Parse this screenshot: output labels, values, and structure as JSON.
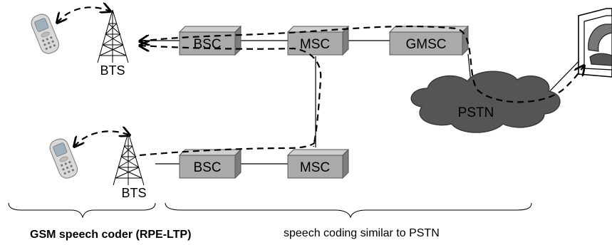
{
  "diagram": {
    "nodes": {
      "bts_top": "BTS",
      "bts_bottom": "BTS",
      "bsc_top": "BSC",
      "bsc_bottom": "BSC",
      "msc_top": "MSC",
      "msc_bottom": "MSC",
      "gmsc": "GMSC",
      "pstn": "PSTN"
    },
    "captions": {
      "left": "GSM speech coder (RPE-LTP)",
      "right": "speech coding similar to PSTN"
    },
    "colors": {
      "box_face": "#aaaaaa",
      "box_top": "#cfcfcf",
      "box_side": "#7d7d7d",
      "cloud": "#555555",
      "lines": "#000000"
    },
    "icons": [
      "mobile-phone-icon",
      "antenna-tower-icon",
      "telephone-icon"
    ]
  }
}
